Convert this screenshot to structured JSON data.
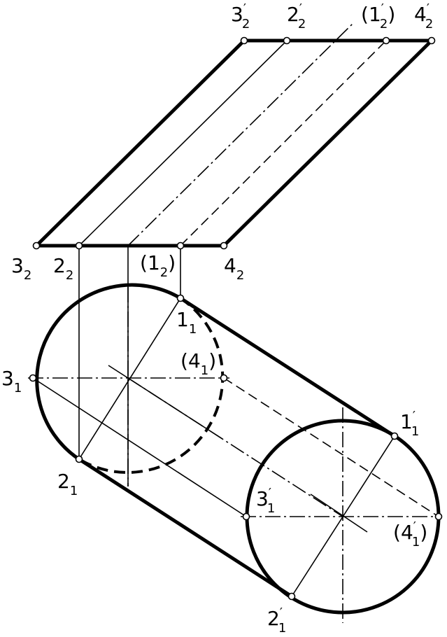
{
  "labels": {
    "p3_2p": {
      "main": "3",
      "sub": "2",
      "prime": "′"
    },
    "p2_2p": {
      "main": "2",
      "sub": "2",
      "prime": "′"
    },
    "p1_2p": {
      "open": "(",
      "main": "1",
      "sub": "2",
      "prime": "′",
      "close": ")"
    },
    "p4_2p": {
      "main": "4",
      "sub": "2",
      "prime": "′"
    },
    "p3_2": {
      "main": "3",
      "sub": "2"
    },
    "p2_2": {
      "main": "2",
      "sub": "2"
    },
    "p1_2": {
      "open": "(",
      "main": "1",
      "sub": "2",
      "close": ")"
    },
    "p4_2": {
      "main": "4",
      "sub": "2"
    },
    "p1_1": {
      "main": "1",
      "sub": "1"
    },
    "p4_1": {
      "open": "(",
      "main": "4",
      "sub": "1",
      "close": ")"
    },
    "p3_1": {
      "main": "3",
      "sub": "1"
    },
    "p2_1": {
      "main": "2",
      "sub": "1"
    },
    "p1_1p": {
      "main": "1",
      "sub": "1",
      "prime": "′"
    },
    "p3_1p": {
      "main": "3",
      "sub": "1",
      "prime": "′"
    },
    "p4_1p": {
      "open": "(",
      "main": "4",
      "sub": "1",
      "prime": "′",
      "close": ")"
    },
    "p2_1p": {
      "main": "2",
      "sub": "1",
      "prime": "′"
    }
  }
}
